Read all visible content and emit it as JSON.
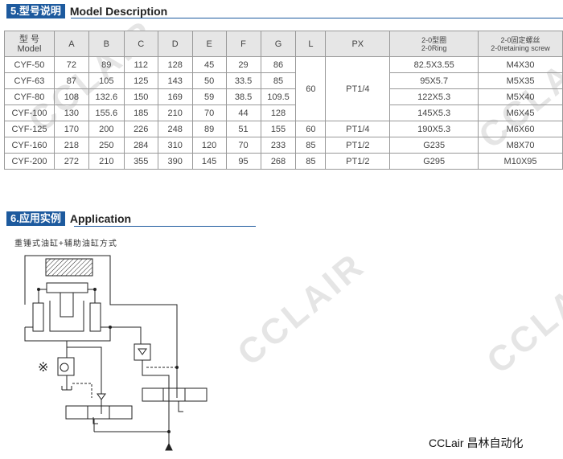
{
  "section5": {
    "num": "5.型号说明",
    "title": "Model Description"
  },
  "table": {
    "headers": {
      "model_cn": "型 号",
      "model_en": "Model",
      "A": "A",
      "B": "B",
      "C": "C",
      "D": "D",
      "E": "E",
      "F": "F",
      "G": "G",
      "L": "L",
      "PX": "PX",
      "ring_cn": "2-0型圈",
      "ring_en": "2-0Ring",
      "screw_cn": "2-0固定螺丝",
      "screw_en": "2-0retaining screw"
    },
    "rows": [
      [
        "CYF-50",
        "72",
        "89",
        "112",
        "128",
        "45",
        "29",
        "86",
        "82.5X3.55",
        "M4X30"
      ],
      [
        "CYF-63",
        "87",
        "105",
        "125",
        "143",
        "50",
        "33.5",
        "85",
        "95X5.7",
        "M5X35"
      ],
      [
        "CYF-80",
        "108",
        "132.6",
        "150",
        "169",
        "59",
        "38.5",
        "109.5",
        "122X5.3",
        "M5X40"
      ],
      [
        "CYF-100",
        "130",
        "155.6",
        "185",
        "210",
        "70",
        "44",
        "128",
        "145X5.3",
        "M6X45"
      ]
    ],
    "merged": {
      "L": "60",
      "PX": "PT1/4"
    },
    "rows2": [
      [
        "CYF-125",
        "170",
        "200",
        "226",
        "248",
        "89",
        "51",
        "155",
        "60",
        "PT1/4",
        "190X5.3",
        "M6X60"
      ],
      [
        "CYF-160",
        "218",
        "250",
        "284",
        "310",
        "120",
        "70",
        "233",
        "85",
        "PT1/2",
        "G235",
        "M8X70"
      ],
      [
        "CYF-200",
        "272",
        "210",
        "355",
        "390",
        "145",
        "95",
        "268",
        "85",
        "PT1/2",
        "G295",
        "M10X95"
      ]
    ]
  },
  "section6": {
    "num": "6.应用实例",
    "title": "Application",
    "subtitle": "重锤式油缸+辅助油缸方式"
  },
  "watermark": "CCLAIR",
  "brand": "CCLair 昌林自动化"
}
